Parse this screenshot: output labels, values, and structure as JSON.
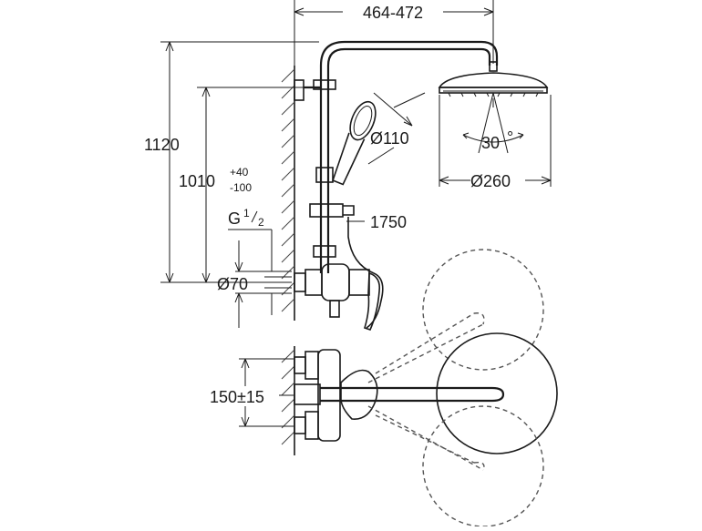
{
  "dimensions": {
    "width_range": "464-472",
    "total_height": "1120",
    "mixer_height_base": "1010",
    "mixer_height_tol_upper": "+40",
    "mixer_height_tol_lower": "-100",
    "thread_size_prefix": "G",
    "thread_size_num": "1",
    "thread_size_den": "2",
    "connection_diameter": "Ø70",
    "hand_shower_diameter": "Ø110",
    "hose_length": "1750",
    "head_shower_angle": "30",
    "head_shower_angle_unit": "°",
    "head_shower_diameter": "Ø260",
    "inlet_spacing": "150±15"
  }
}
